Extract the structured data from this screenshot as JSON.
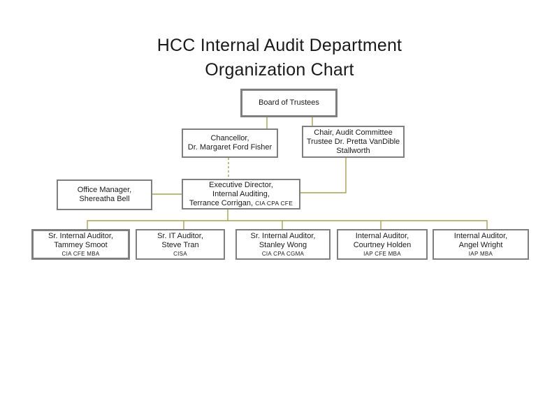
{
  "title": {
    "line1": "HCC Internal Audit Department",
    "line2": "Organization Chart"
  },
  "colors": {
    "connector": "#A8A054",
    "box_border": "#7F7F7F",
    "text": "#1A1A1A",
    "background": "#FFFFFF"
  },
  "nodes": {
    "board": {
      "l1": "Board of Trustees"
    },
    "chancellor": {
      "l1": "Chancellor,",
      "l2": "Dr. Margaret Ford Fisher"
    },
    "chair": {
      "l1": "Chair, Audit Committee",
      "l2": "Trustee Dr. Pretta VanDible",
      "l3": "Stallworth"
    },
    "office_manager": {
      "l1": "Office Manager,",
      "l2": "Shereatha Bell"
    },
    "exec_director": {
      "l1": "Executive Director,",
      "l2": "Internal Auditing,",
      "l3": "Terrance Corrigan,",
      "creds": "CIA CPA CFE"
    },
    "auditor1": {
      "l1": "Sr. Internal Auditor,",
      "l2": "Tammey Smoot",
      "creds": "CIA CFE MBA"
    },
    "auditor2": {
      "l1": "Sr. IT Auditor,",
      "l2": "Steve Tran",
      "creds": "CISA"
    },
    "auditor3": {
      "l1": "Sr. Internal Auditor,",
      "l2": "Stanley Wong",
      "creds": "CIA CPA CGMA"
    },
    "auditor4": {
      "l1": "Internal Auditor,",
      "l2": "Courtney Holden",
      "creds": "IAP CFE MBA"
    },
    "auditor5": {
      "l1": "Internal Auditor,",
      "l2": "Angel Wright",
      "creds": "IAP MBA"
    }
  }
}
